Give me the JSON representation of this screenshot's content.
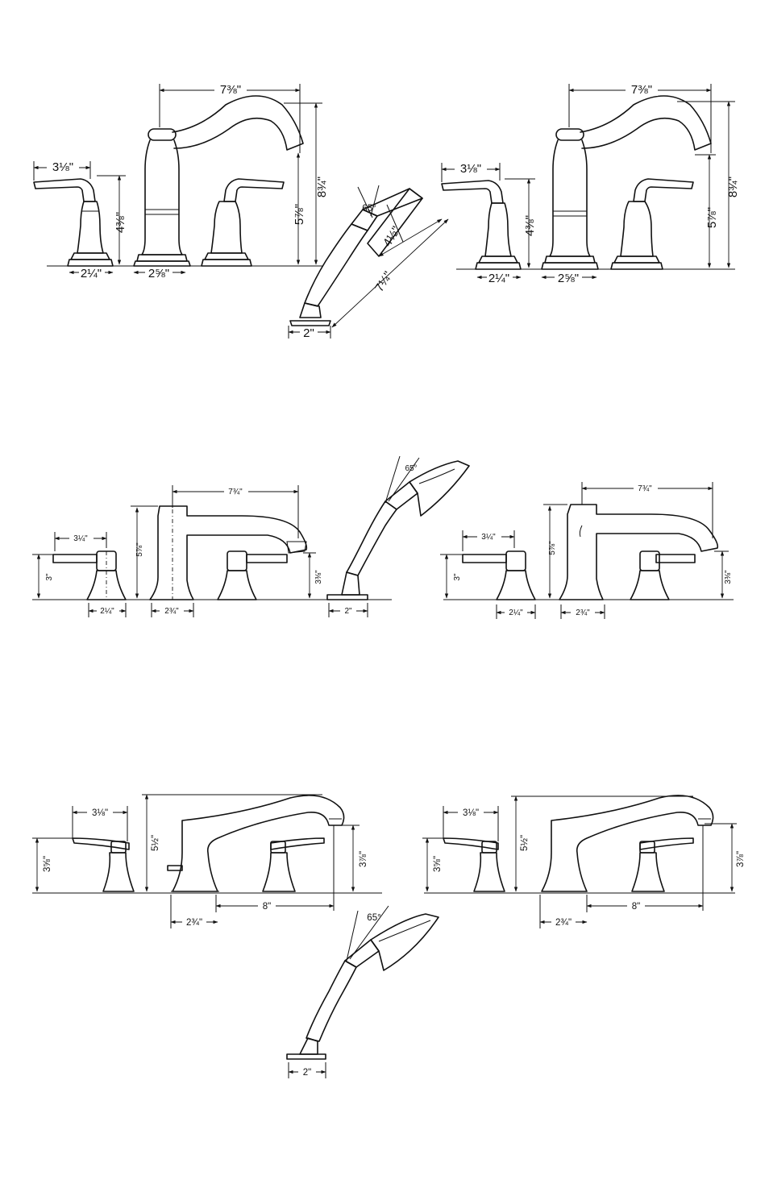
{
  "row1": {
    "left": {
      "lever_spread": "3⅛\"",
      "valve_height": "4⅜\"",
      "valve_base": "2¼\"",
      "spout_base": "2⅝\"",
      "spout_reach": "7⅜\"",
      "spout_height": "8¾\"",
      "spout_outlet_height": "5⅞\""
    },
    "handshower": {
      "angle": "65°",
      "head_length": "4½\"",
      "overall_length": "7¼\"",
      "base": "2\""
    },
    "right": {
      "lever_spread": "3⅛\"",
      "valve_height": "4⅜\"",
      "valve_base": "2¼\"",
      "spout_base": "2⅝\"",
      "spout_reach": "7⅜\"",
      "spout_height": "8¾\"",
      "spout_outlet_height": "5⅞\""
    }
  },
  "row2": {
    "left": {
      "lever_spread": "3¼\"",
      "valve_height": "3\"",
      "valve_base": "2¼\"",
      "spout_height": "5⅞\"",
      "spout_base": "2¾\"",
      "spout_reach": "7¾\"",
      "spout_outlet_height": "3⅜\""
    },
    "handshower": {
      "angle": "65°",
      "base": "2\""
    },
    "right": {
      "lever_spread": "3¼\"",
      "valve_height": "3\"",
      "valve_base": "2¼\"",
      "spout_height": "5⅞\"",
      "spout_base": "2¾\"",
      "spout_reach": "7¾\"",
      "spout_outlet_height": "3⅜\""
    }
  },
  "row3": {
    "left": {
      "lever_spread": "3⅛\"",
      "valve_height": "3⅝\"",
      "spout_height": "5½\"",
      "spout_outlet_height": "3⅞\"",
      "spout_base": "2¾\"",
      "spout_reach": "8\""
    },
    "handshower": {
      "angle": "65°",
      "base": "2\""
    },
    "right": {
      "lever_spread": "3⅛\"",
      "valve_height": "3⅝\"",
      "spout_height": "5½\"",
      "spout_outlet_height": "3⅞\"",
      "spout_base": "2¾\"",
      "spout_reach": "8\""
    }
  }
}
